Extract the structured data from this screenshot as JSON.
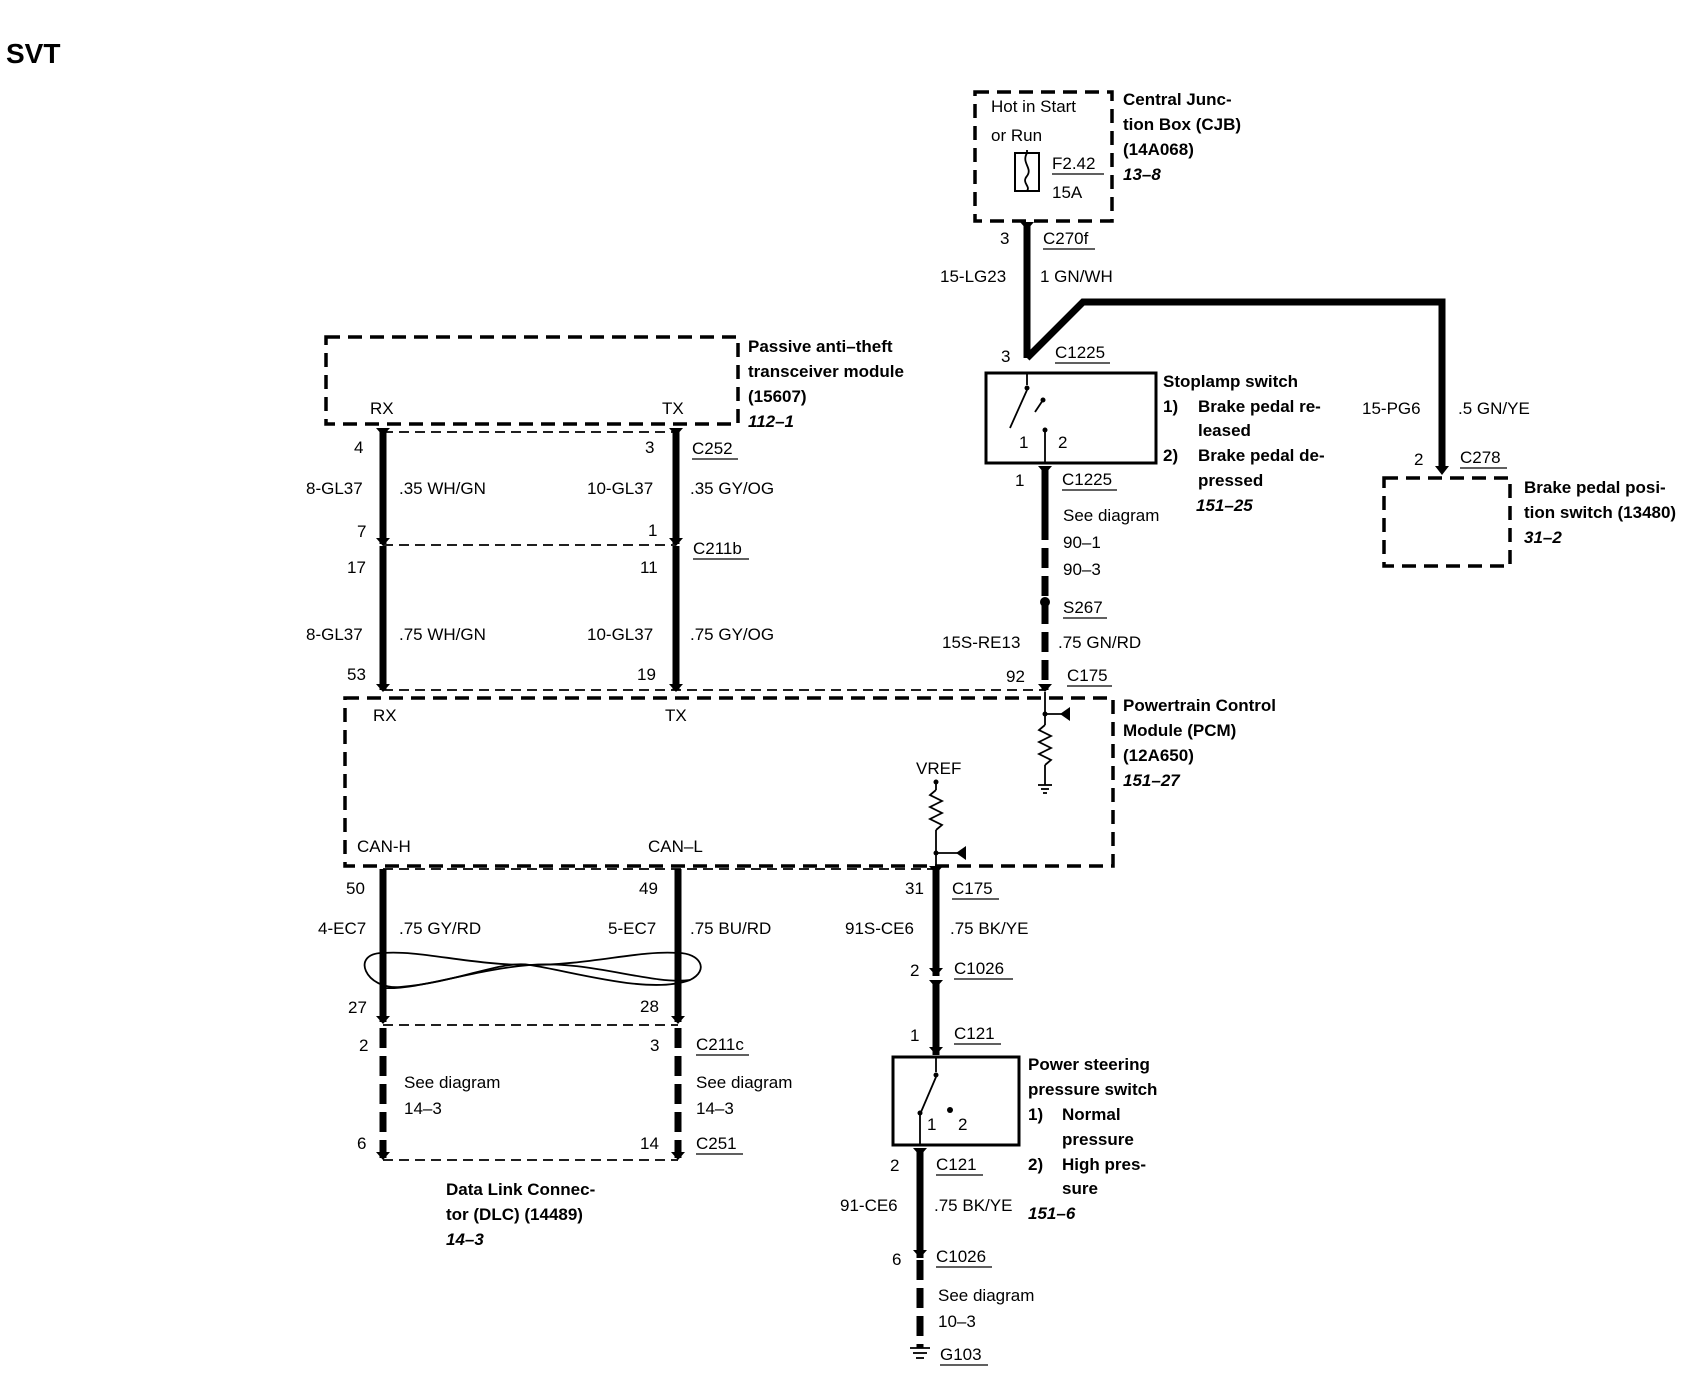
{
  "title": "SVT",
  "cjb": {
    "name": [
      "Central Junc-",
      "tion Box (CJB)",
      "(14A068)"
    ],
    "ref": "13–8",
    "label": [
      "Hot in Start",
      "or Run"
    ],
    "fuse": "F2.42",
    "rating": "15A",
    "pin": "3",
    "connector": "C270f"
  },
  "cjb_wire": {
    "circuit": "15-LG23",
    "color": "1 GN/WH"
  },
  "stoplamp": {
    "name": "Stoplamp switch",
    "states": [
      "1)",
      "Brake pedal re-",
      "leased",
      "2)",
      "Brake pedal de-",
      "pressed"
    ],
    "ref": "151–25",
    "top_pin": "3",
    "top_connector": "C1225",
    "pos1": "1",
    "pos2": "2",
    "bottom_pin": "1",
    "bottom_connector": "C1225",
    "see": [
      "See diagram",
      "90–1",
      "90–3"
    ],
    "splice": "S267"
  },
  "stop_wire": {
    "circuit": "15S-RE13",
    "color": ".75 GN/RD"
  },
  "bpp_wire": {
    "circuit": "15-PG6",
    "color": ".5 GN/YE"
  },
  "bpp": {
    "name": [
      "Brake pedal posi-",
      "tion switch (13480)"
    ],
    "ref": "31–2",
    "pin": "2",
    "connector": "C278"
  },
  "pats": {
    "name": [
      "Passive anti–theft",
      "transceiver module",
      "(15607)"
    ],
    "ref": "112–1",
    "rx": "RX",
    "tx": "TX",
    "rx_pin": "4",
    "tx_pin": "3",
    "connector": "C252"
  },
  "pats_wires": {
    "rx_circuit": "8-GL37",
    "rx_color1": ".35 WH/GN",
    "rx_color2": ".75 WH/GN",
    "tx_circuit": "10-GL37",
    "tx_color1": ".35 GY/OG",
    "tx_color2": ".75 GY/OG",
    "c211b_rx_in": "7",
    "c211b_tx_in": "1",
    "c211b": "C211b",
    "c211b_rx_out": "17",
    "c211b_tx_out": "11"
  },
  "pcm": {
    "name": [
      "Powertrain Control",
      "Module (PCM)",
      "(12A650)"
    ],
    "ref": "151–27",
    "rx_pin": "53",
    "tx_pin": "19",
    "stop_pin": "92",
    "connector_top": "C175",
    "rx": "RX",
    "tx": "TX",
    "vref": "VREF",
    "can_h": "CAN-H",
    "can_l": "CAN–L",
    "canh_pin": "50",
    "canl_pin": "49",
    "ps_pin": "31",
    "connector_bottom": "C175"
  },
  "can_wires": {
    "h_circuit": "4-EC7",
    "h_color": ".75 GY/RD",
    "l_circuit": "5-EC7",
    "l_color": ".75 BU/RD",
    "c211c_h_in": "27",
    "c211c_l_in": "28",
    "c211c_h_out": "2",
    "c211c_l_out": "3",
    "c211c": "C211c",
    "see": "See diagram",
    "see_ref": "14–3",
    "dlc_h_pin": "6",
    "dlc_l_pin": "14",
    "c251": "C251"
  },
  "dlc": {
    "name": [
      "Data Link Connec-",
      "tor (DLC) (14489)"
    ],
    "ref": "14–3"
  },
  "ps_wire": {
    "circuit": "91S-CE6",
    "color": ".75 BK/YE",
    "c1026_pin": "2",
    "c1026": "C1026",
    "c121_top_pin": "1",
    "c121": "C121"
  },
  "ps_switch": {
    "name": [
      "Power steering",
      "pressure switch"
    ],
    "states": [
      "1)",
      "Normal",
      "pressure",
      "2)",
      "High pres-",
      "sure"
    ],
    "ref": "151–6",
    "pos1": "1",
    "pos2": "2",
    "bottom_pin": "2",
    "bottom_connector": "C121"
  },
  "ground_wire": {
    "circuit": "91-CE6",
    "color": ".75 BK/YE",
    "c1026_pin": "6",
    "c1026": "C1026",
    "see": "See diagram",
    "see_ref": "10–3",
    "ground": "G103"
  }
}
